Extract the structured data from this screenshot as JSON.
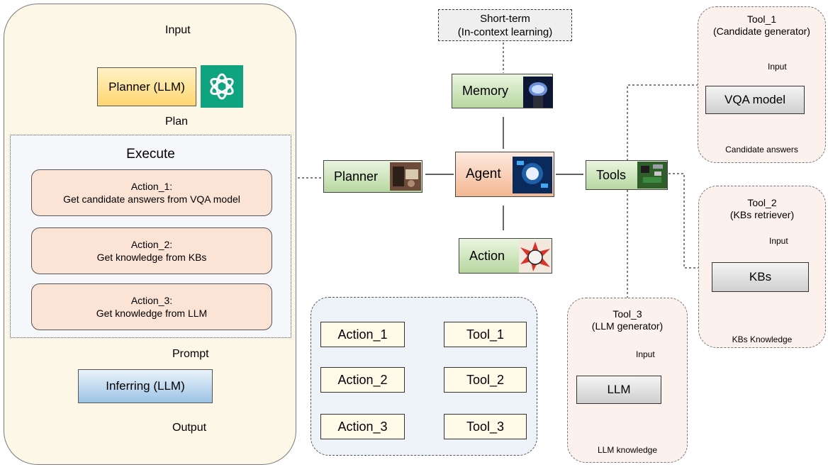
{
  "planner_flow": {
    "input_label": "Input",
    "planner_llm": "Planner (LLM)",
    "plan_label": "Plan",
    "execute_title": "Execute",
    "actions": [
      {
        "title": "Action_1:",
        "text": "Get candidate answers from VQA model"
      },
      {
        "title": "Action_2:",
        "text": "Get knowledge from KBs"
      },
      {
        "title": "Action_3:",
        "text": "Get knowledge from LLM"
      }
    ],
    "prompt_label": "Prompt",
    "inferring": "Inferring (LLM)",
    "output_label": "Output",
    "logo_icon": "openai-logo-icon"
  },
  "agent_hub": {
    "memory_source": {
      "line1": "Short-term",
      "line2": "(In-context learning)"
    },
    "memory": "Memory",
    "planner": "Planner",
    "agent": "Agent",
    "tools": "Tools",
    "action": "Action",
    "icons": [
      "brain-image",
      "planner-image",
      "agent-robot-image",
      "circuit-board-image",
      "fist-image"
    ]
  },
  "mapping": [
    {
      "action": "Action_1",
      "tool": "Tool_1"
    },
    {
      "action": "Action_2",
      "tool": "Tool_2"
    },
    {
      "action": "Action_3",
      "tool": "Tool_3"
    }
  ],
  "tools": {
    "tool_1": {
      "name": "Tool_1",
      "desc": "(Candidate generator)",
      "input": "Input",
      "model": "VQA model",
      "output": "Candidate answers"
    },
    "tool_2": {
      "name": "Tool_2",
      "desc": "(KBs retriever)",
      "input": "Input",
      "model": "KBs",
      "output": "KBs Knowledge"
    },
    "tool_3": {
      "name": "Tool_3",
      "desc": "(LLM generator)",
      "input": "Input",
      "model": "LLM",
      "output": "LLM knowledge"
    }
  },
  "colors": {
    "panel_bg": "#fdf7e8",
    "action_bg": "#fbe3d6",
    "planner_llm": "#ffd670",
    "inferring": "#9cc3e6",
    "green_box": "#b7d7a0",
    "agent_box": "#f4b793",
    "tool_panel_bg": "#fcf1ec",
    "mapping_bg": "#eef2f9",
    "logo": "#10a37f"
  }
}
